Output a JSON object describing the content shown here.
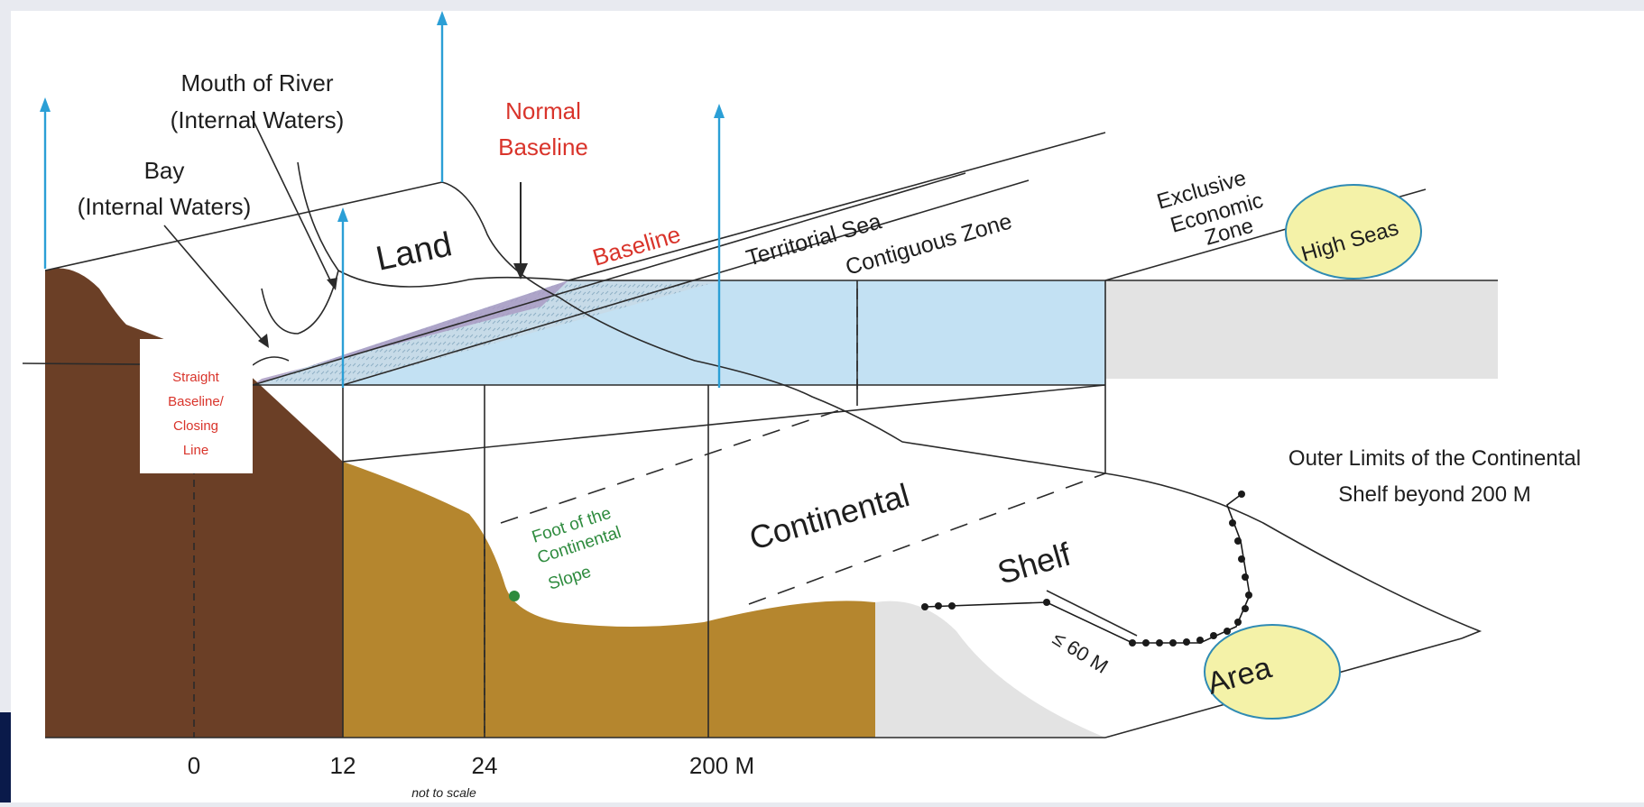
{
  "labels": {
    "mouth_of_river_1": "Mouth of River",
    "mouth_of_river_2": "(Internal Waters)",
    "bay_1": "Bay",
    "bay_2": "(Internal Waters)",
    "normal_baseline_1": "Normal",
    "normal_baseline_2": "Baseline",
    "land": "Land",
    "baseline": "Baseline",
    "territorial_sea": "Territorial Sea",
    "contiguous_zone": "Contiguous Zone",
    "eez_1": "Exclusive",
    "eez_2": "Economic",
    "eez_3": "Zone",
    "high_seas": "High Seas",
    "straight_baseline_1": "Straight",
    "straight_baseline_2": "Baseline/",
    "straight_baseline_3": "Closing",
    "straight_baseline_4": "Line",
    "outer_limits_1": "Outer Limits of the Continental",
    "outer_limits_2": "Shelf beyond 200 M",
    "continental": "Continental",
    "shelf": "Shelf",
    "foot_1": "Foot of the",
    "foot_2": "Continental",
    "foot_3": "Slope",
    "le_60": "≤ 60 M",
    "area": "Area"
  },
  "axis": {
    "ticks": [
      "0",
      "12",
      "24",
      "200 M"
    ],
    "note": "not to scale"
  },
  "colors": {
    "background": "#e8eaf0",
    "land_dark": "#6b3f26",
    "land_shelf": "#b5862e",
    "internal_waters": "#a99bc3",
    "territorial_sea": "#b8d4e4",
    "eez_water": "#c3e1f3",
    "arrow": "#2b9fd6",
    "highlight": "#f4f2a8",
    "highlight_border": "#2f8bb4",
    "red_text": "#d9342b",
    "green_text": "#2e8b3e"
  }
}
